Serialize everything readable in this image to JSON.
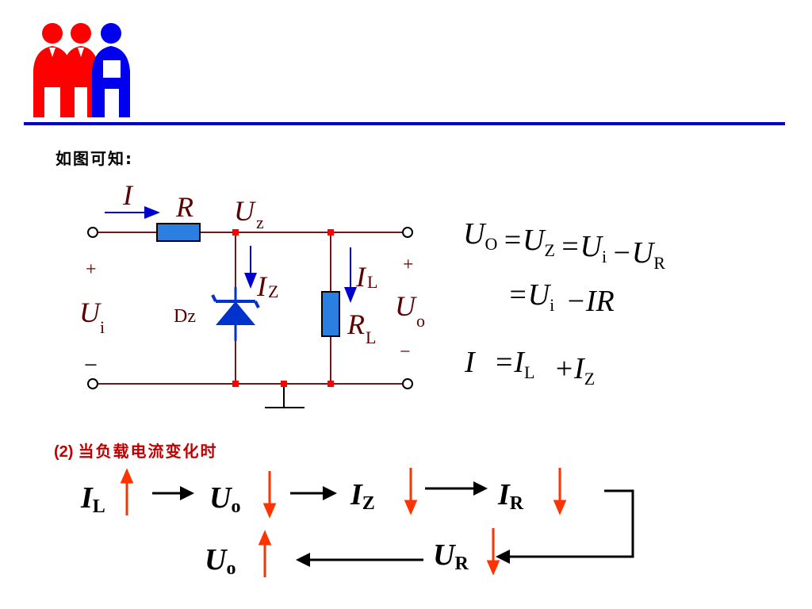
{
  "colors": {
    "accent_line": "#0000cc",
    "person_red": "#ff0000",
    "person_blue": "#0000ee",
    "wire": "#6b1a1a",
    "component_fill": "#2a7fe0",
    "node": "#ff0000",
    "text_dark": "#000000",
    "symbol": "#5a0000",
    "arrow_red": "#ff3300",
    "section_red": "#c00000"
  },
  "icons": [
    "people-logo-icon",
    "zener-diode-icon",
    "ground-icon",
    "resistor-icon"
  ],
  "intro_text": "如图可知:",
  "circuit": {
    "current": "I",
    "resistor": "R",
    "zener_voltage": "U",
    "zener_voltage_sub": "z",
    "zener_current": "I",
    "zener_current_sub": "Z",
    "load_current": "I",
    "load_current_sub": "L",
    "load_resistor": "R",
    "load_resistor_sub": "L",
    "diode_label": "Dz",
    "input_plus": "+",
    "input_minus": "−",
    "input_voltage": "U",
    "input_voltage_sub": "i",
    "output_plus": "+",
    "output_minus": "−",
    "output_voltage": "U",
    "output_voltage_sub": "o"
  },
  "equations": {
    "line1": [
      {
        "t": "U",
        "s": "O"
      },
      {
        "t": "=U",
        "s": "Z"
      },
      {
        "t": "=U",
        "s": "i"
      },
      {
        "t": "−U",
        "s": "R"
      }
    ],
    "line2": [
      {
        "t": "=U",
        "s": "i"
      },
      {
        "t": "−IR",
        "s": ""
      }
    ],
    "line3": [
      {
        "t": "I",
        "s": ""
      },
      {
        "t": "=I",
        "s": "L"
      },
      {
        "t": "+I",
        "s": "Z"
      }
    ]
  },
  "section": {
    "number": "(2)",
    "title": "当负载电流变化时"
  },
  "chain": {
    "row1": [
      {
        "var": "I",
        "sub": "L",
        "dir": "up"
      },
      {
        "var": "U",
        "sub": "o",
        "dir": "down"
      },
      {
        "var": "I",
        "sub": "Z",
        "dir": "down"
      },
      {
        "var": "I",
        "sub": "R",
        "dir": "down"
      }
    ],
    "row2": [
      {
        "var": "U",
        "sub": "R",
        "dir": "down"
      },
      {
        "var": "U",
        "sub": "o",
        "dir": "up"
      }
    ]
  }
}
